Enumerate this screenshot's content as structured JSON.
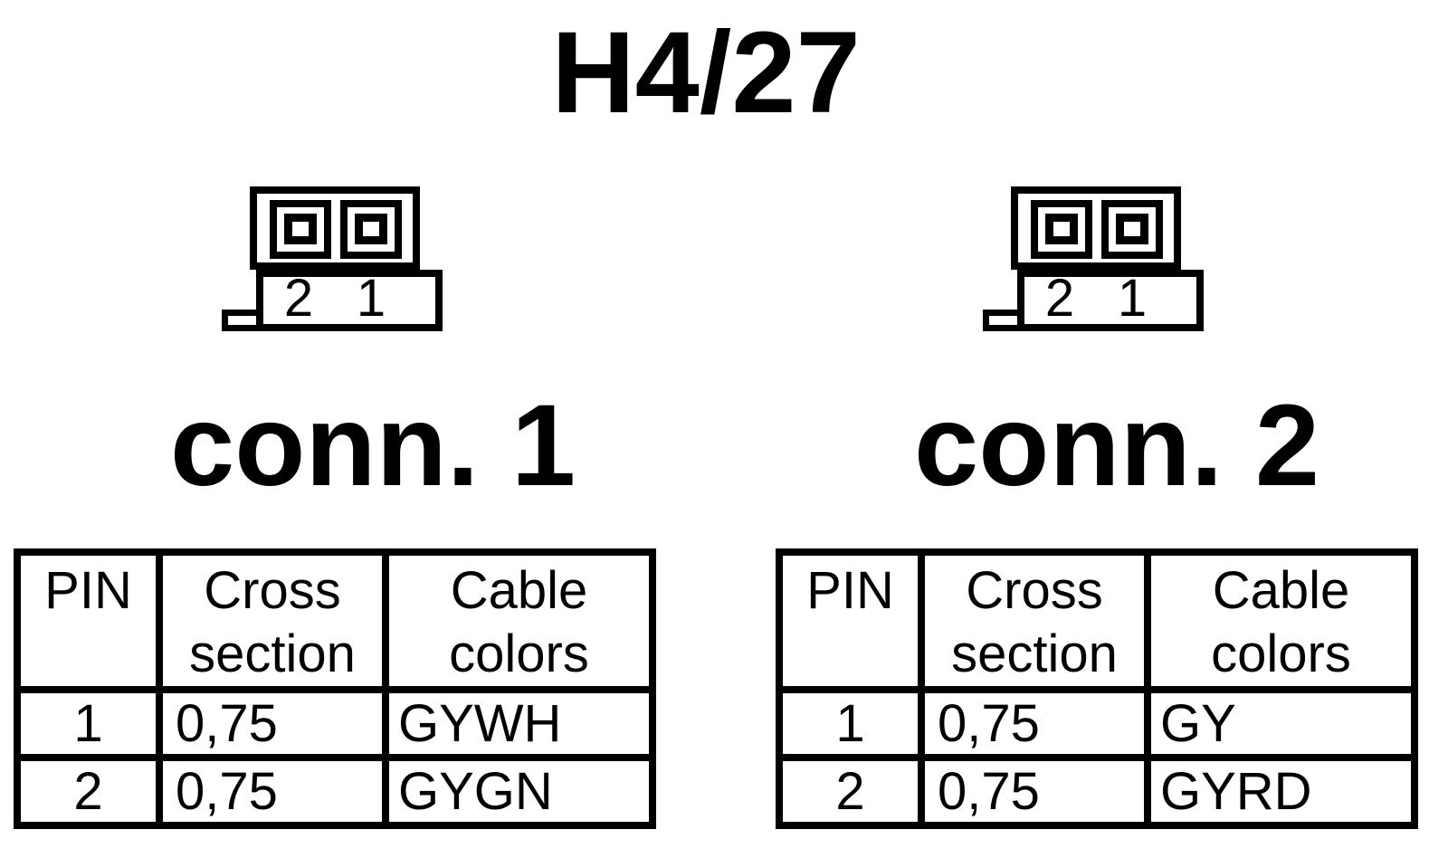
{
  "page": {
    "title": "H4/27",
    "background": "#ffffff",
    "ink": "#000000"
  },
  "connectors": [
    {
      "name": "conn. 1",
      "pins": [
        "2",
        "1"
      ],
      "table": {
        "headers": [
          "PIN",
          "Cross section",
          "Cable colors"
        ],
        "rows": [
          [
            "1",
            "0,75",
            "GYWH"
          ],
          [
            "2",
            "0,75",
            "GYGN"
          ]
        ]
      }
    },
    {
      "name": "conn. 2",
      "pins": [
        "2",
        "1"
      ],
      "table": {
        "headers": [
          "PIN",
          "Cross section",
          "Cable colors"
        ],
        "rows": [
          [
            "1",
            "0,75",
            "GY"
          ],
          [
            "2",
            "0,75",
            "GYRD"
          ]
        ]
      }
    }
  ]
}
